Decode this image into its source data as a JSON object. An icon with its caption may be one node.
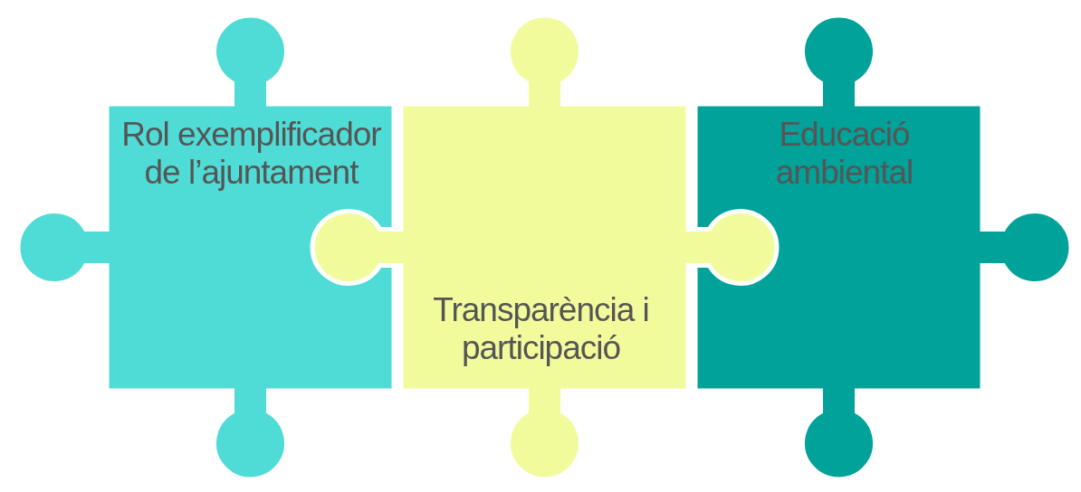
{
  "diagram": {
    "nodes": [
      {
        "text": [
          "Rol exemplificador de l’ajuntament"
        ]
      },
      {
        "text": [
          "Transparència i participació"
        ]
      },
      {
        "text": [
          "Educació ambiental"
        ]
      }
    ]
  }
}
